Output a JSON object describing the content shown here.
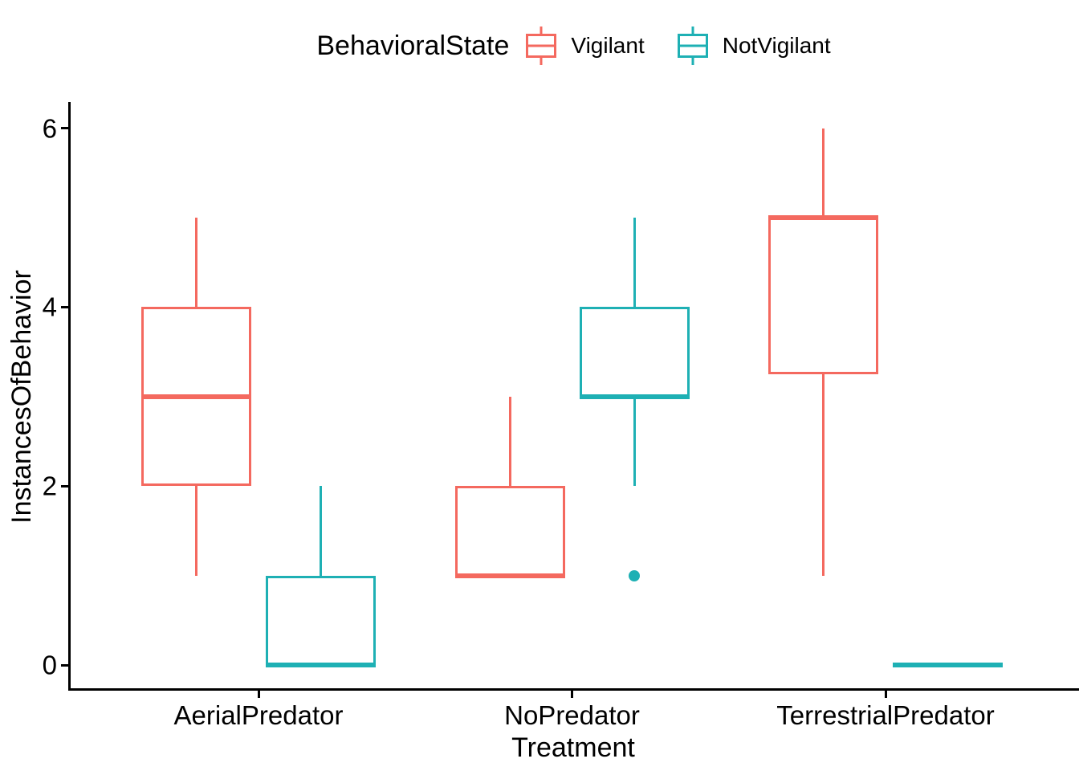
{
  "chart_data": {
    "type": "boxplot",
    "title": "",
    "xlabel": "Treatment",
    "ylabel": "InstancesOfBehavior",
    "categories": [
      "AerialPredator",
      "NoPredator",
      "TerrestrialPredator"
    ],
    "y_axis": {
      "ticks": [
        0,
        2,
        4,
        6
      ],
      "range_shown": [
        -0.3,
        6.3
      ],
      "grid": false
    },
    "legend": {
      "title": "BehavioralState",
      "position": "top",
      "entries": [
        {
          "label": "Vigilant",
          "color": "#F4695F"
        },
        {
          "label": "NotVigilant",
          "color": "#1EB0B4"
        }
      ]
    },
    "series": [
      {
        "name": "Vigilant",
        "color": "#F4695F",
        "boxes": [
          {
            "category": "AerialPredator",
            "whisker_low": 1,
            "q1": 2,
            "median": 3,
            "q3": 4,
            "whisker_high": 5,
            "outliers": []
          },
          {
            "category": "NoPredator",
            "whisker_low": 1,
            "q1": 1,
            "median": 1,
            "q3": 2,
            "whisker_high": 3,
            "outliers": []
          },
          {
            "category": "TerrestrialPredator",
            "whisker_low": 1,
            "q1": 3.25,
            "median": 5,
            "q3": 5,
            "whisker_high": 6,
            "outliers": []
          }
        ]
      },
      {
        "name": "NotVigilant",
        "color": "#1EB0B4",
        "boxes": [
          {
            "category": "AerialPredator",
            "whisker_low": 0,
            "q1": 0,
            "median": 0,
            "q3": 1,
            "whisker_high": 2,
            "outliers": []
          },
          {
            "category": "NoPredator",
            "whisker_low": 2,
            "q1": 3,
            "median": 3,
            "q3": 4,
            "whisker_high": 5,
            "outliers": [
              1
            ]
          },
          {
            "category": "TerrestrialPredator",
            "whisker_low": 0,
            "q1": 0,
            "median": 0,
            "q3": 0,
            "whisker_high": 0,
            "outliers": []
          }
        ]
      }
    ],
    "colors": {
      "axis": "#000000",
      "background": "#FFFFFF",
      "text": "#000000"
    }
  }
}
